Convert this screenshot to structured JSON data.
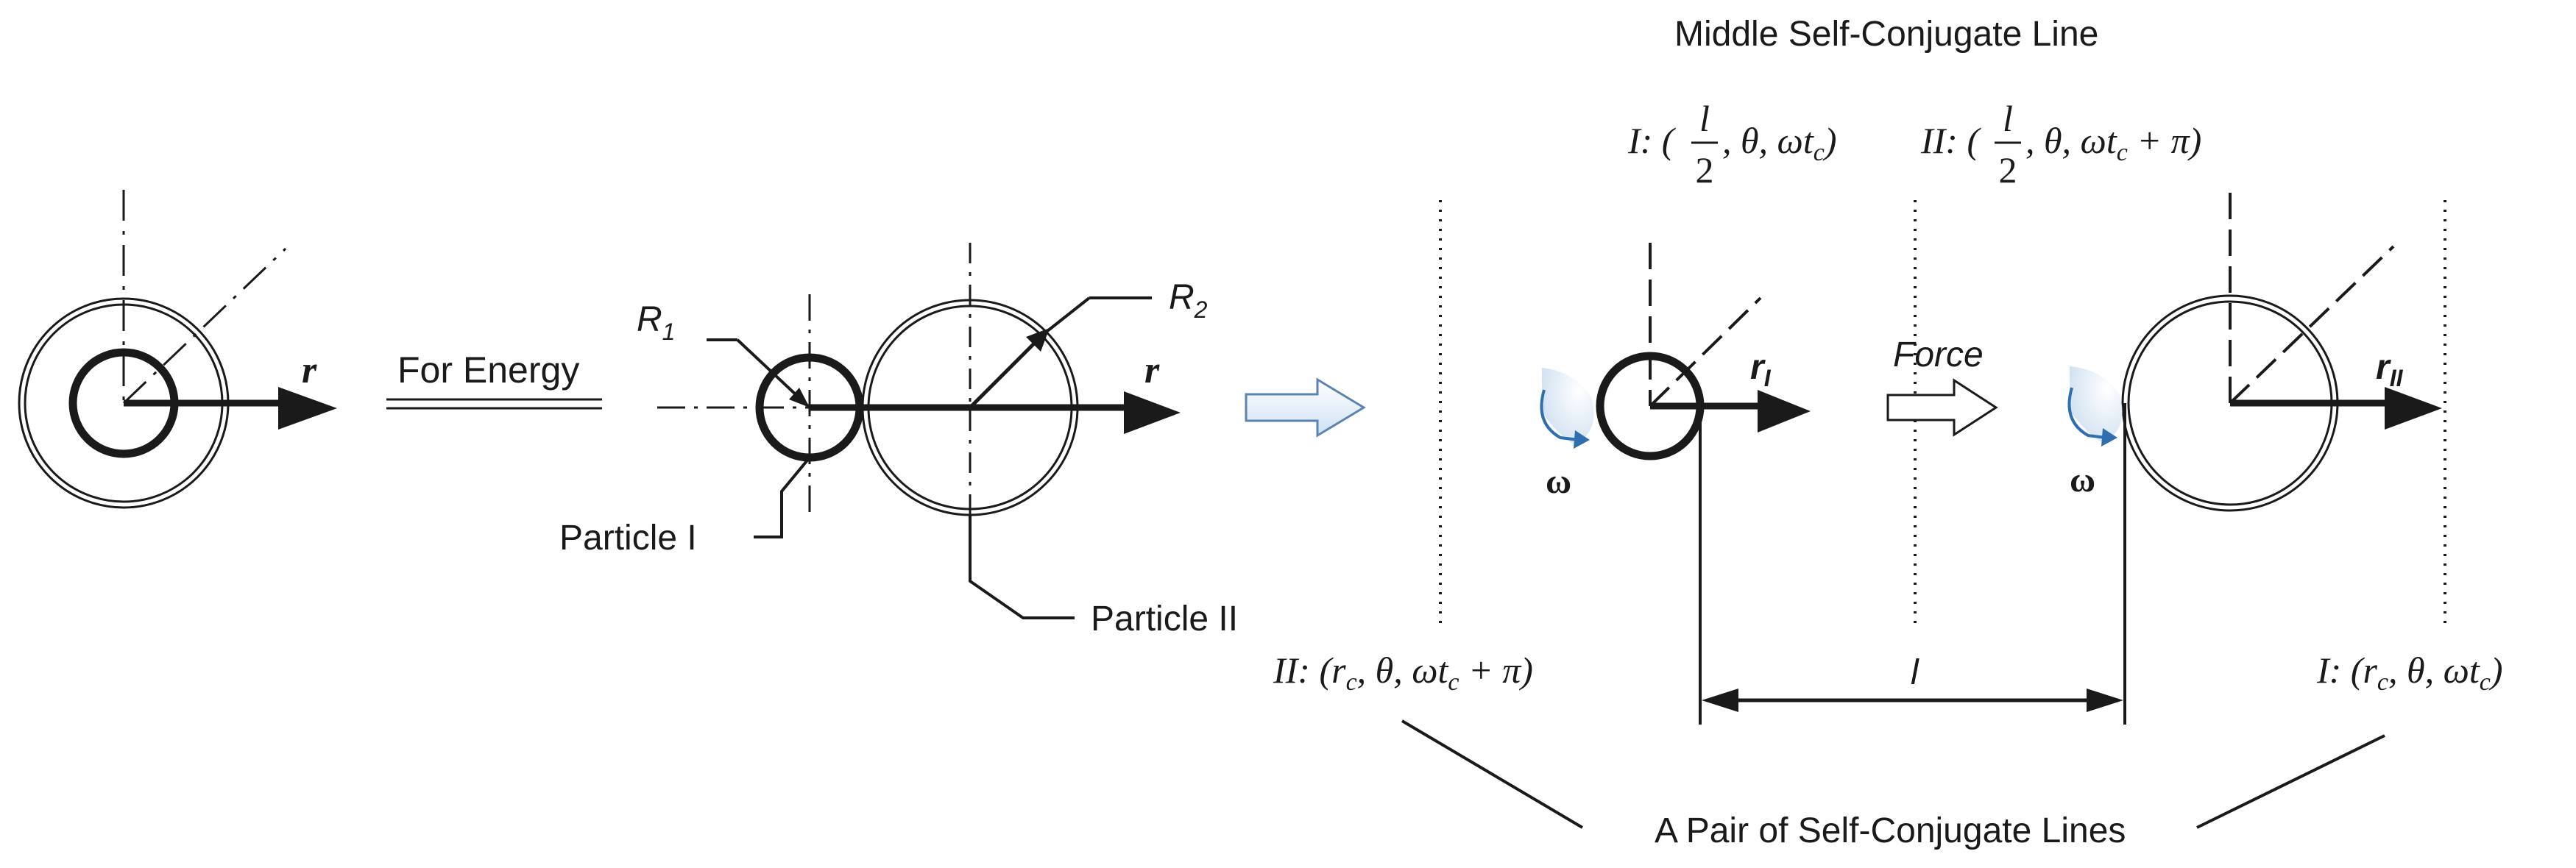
{
  "labels": {
    "middle_line_title": "Middle Self-Conjugate Line",
    "for_energy": "For Energy",
    "r1": "R",
    "r1_sub": "1",
    "r2": "R",
    "r2_sub": "2",
    "particle_one": "Particle I",
    "particle_two": "Particle II",
    "r_left": "r",
    "r_mid": "r",
    "r_one": "r",
    "r_one_sub": "I",
    "r_two": "r",
    "r_two_sub": "II",
    "force": "Force",
    "omega_left": "ω",
    "omega_right": "ω",
    "length_l": "l",
    "pair_lines": "A Pair of Self-Conjugate Lines"
  },
  "formulas": {
    "middle_one": {
      "prefix": "I: (",
      "frac_num": "l",
      "frac_den": "2",
      "rest": ",  θ,  ωt",
      "sub": "c",
      "tail": ")"
    },
    "middle_two": {
      "prefix": "II: (",
      "frac_num": "l",
      "frac_den": "2",
      "rest": ",  θ,  ωt",
      "sub": "c",
      "tail": " + π)"
    },
    "left_line": {
      "text": "II: (r",
      "sub1": "c",
      "mid": ",  θ,  ωt",
      "sub2": "c",
      "tail": " + π)"
    },
    "right_line": {
      "text": "I: (r",
      "sub1": "c",
      "mid": ",  θ,  ωt",
      "sub2": "c",
      "tail": ")"
    }
  },
  "colors": {
    "ink": "#1a1a1a",
    "hollow_arrow_fill": "#dbe9f6",
    "hollow_arrow_stroke": "#5b84b1",
    "rotation_arrow": "#2f6fb0",
    "rotation_shade": "#c9dcee"
  },
  "icons": {
    "rotation": "rotation-arrow-icon",
    "transform": "hollow-right-arrow-icon",
    "force": "force-arrow-icon"
  }
}
